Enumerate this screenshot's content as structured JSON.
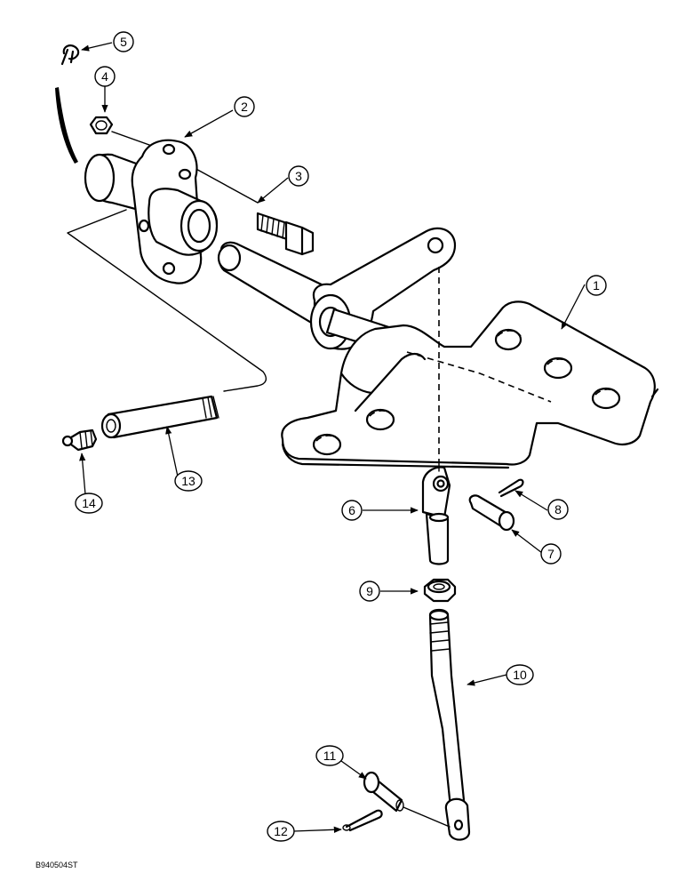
{
  "callouts": [
    {
      "id": "c1",
      "label": "1"
    },
    {
      "id": "c2",
      "label": "2"
    },
    {
      "id": "c3",
      "label": "3"
    },
    {
      "id": "c4",
      "label": "4"
    },
    {
      "id": "c5",
      "label": "5"
    },
    {
      "id": "c6",
      "label": "6"
    },
    {
      "id": "c7",
      "label": "7"
    },
    {
      "id": "c8",
      "label": "8"
    },
    {
      "id": "c9",
      "label": "9"
    },
    {
      "id": "c10",
      "label": "10"
    },
    {
      "id": "c11",
      "label": "11"
    },
    {
      "id": "c12",
      "label": "12"
    },
    {
      "id": "c13",
      "label": "13"
    },
    {
      "id": "c14",
      "label": "14"
    }
  ],
  "figure_code": "B940504ST"
}
